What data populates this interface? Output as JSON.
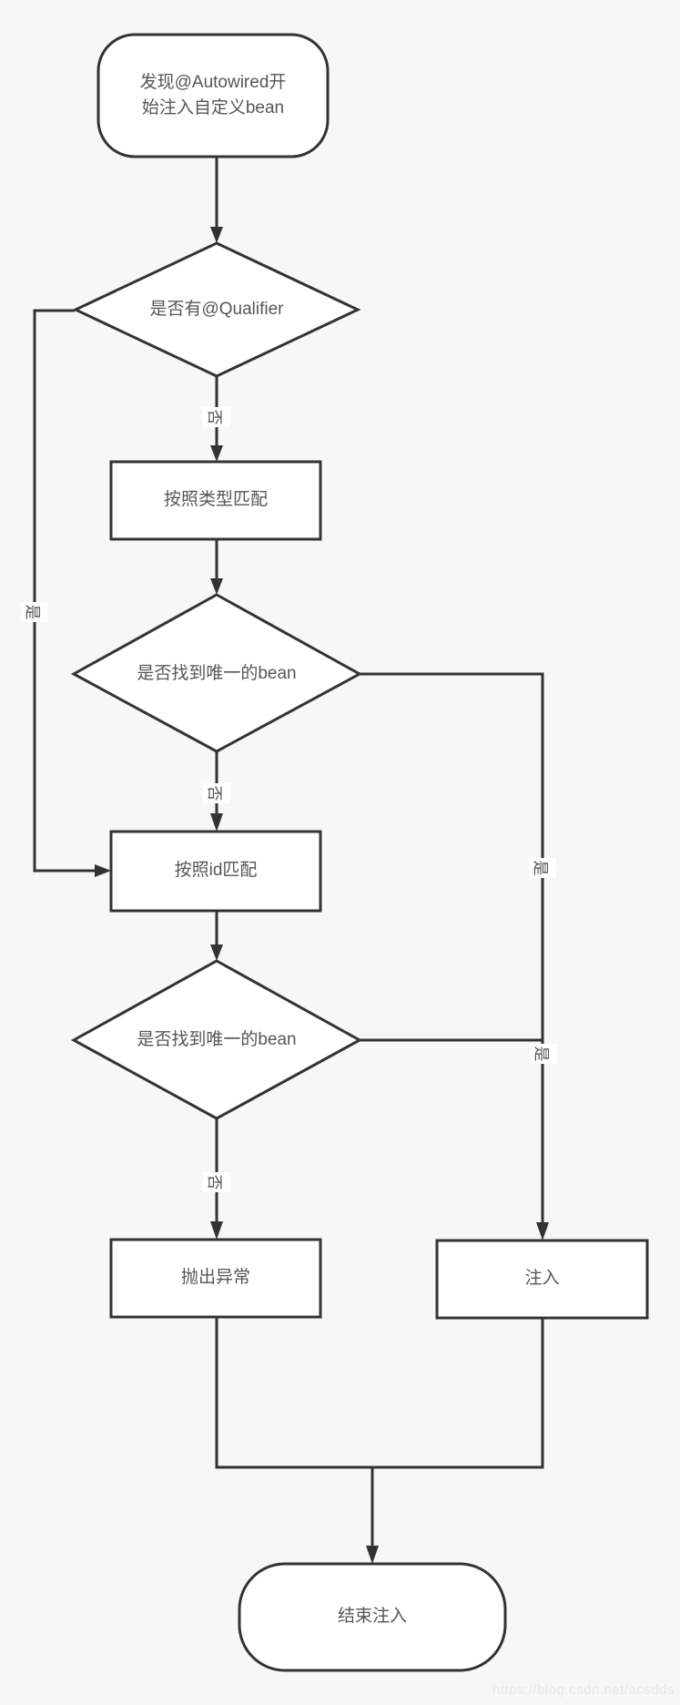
{
  "page": {
    "background": "#f7f7f7",
    "node_fill": "#ffffff",
    "stroke_color": "#333333",
    "text_color": "#565656"
  },
  "watermark": {
    "text": "https://blog.csdn.net/acsdds",
    "color": "#e7e7e9"
  },
  "flowchart": {
    "nodes": [
      {
        "id": "start",
        "type": "terminator",
        "label": "发现@Autowired开\n始注入自定义bean"
      },
      {
        "id": "has-qualifier",
        "type": "decision",
        "label": "是否有@Qualifier"
      },
      {
        "id": "match-by-type",
        "type": "process",
        "label": "按照类型匹配"
      },
      {
        "id": "unique-bean-1",
        "type": "decision",
        "label": "是否找到唯一的bean"
      },
      {
        "id": "match-by-id",
        "type": "process",
        "label": "按照id匹配"
      },
      {
        "id": "unique-bean-2",
        "type": "decision",
        "label": "是否找到唯一的bean"
      },
      {
        "id": "throw-exception",
        "type": "process",
        "label": "抛出异常"
      },
      {
        "id": "inject",
        "type": "process",
        "label": "注入"
      },
      {
        "id": "end",
        "type": "terminator",
        "label": "结束注入"
      }
    ],
    "edge_labels": {
      "yes": "是",
      "no": "否"
    }
  }
}
